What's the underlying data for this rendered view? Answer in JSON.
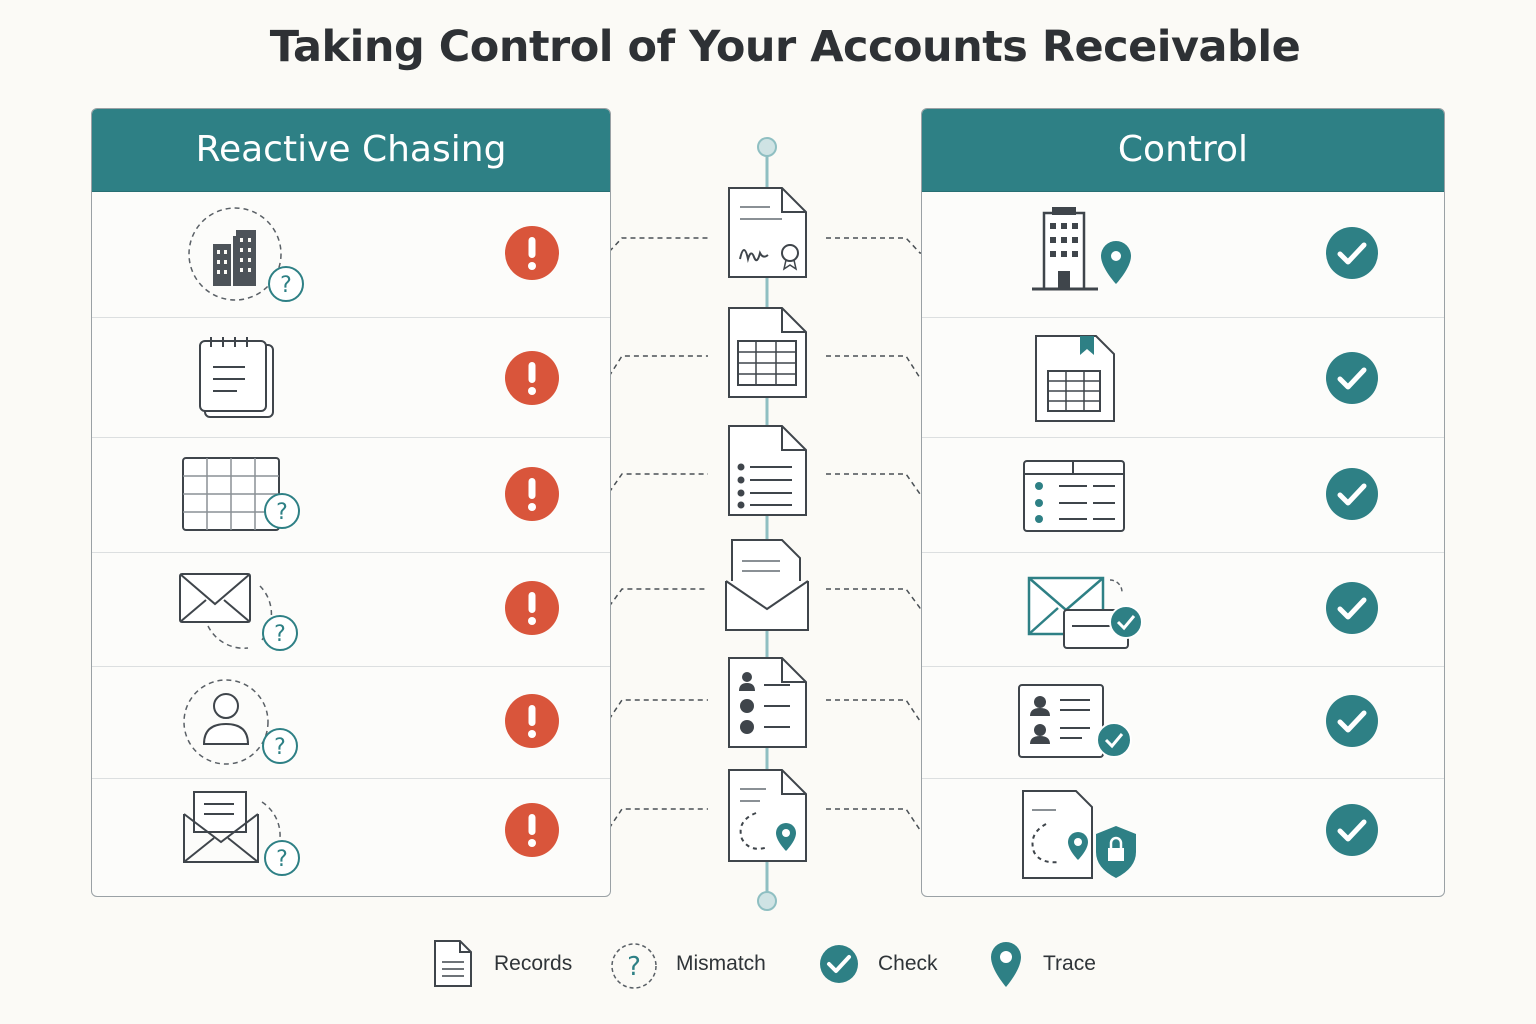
{
  "title": "Taking Control of Your Accounts Receivable",
  "left_panel": {
    "heading": "Reactive Chasing",
    "rows": [
      {
        "icon": "building-icon",
        "marker": "question-icon",
        "status": "alert-icon"
      },
      {
        "icon": "notepad-icon",
        "marker": "",
        "status": "alert-icon"
      },
      {
        "icon": "spreadsheet-icon",
        "marker": "question-icon",
        "status": "alert-icon"
      },
      {
        "icon": "envelope-icon",
        "marker": "question-icon",
        "status": "alert-icon"
      },
      {
        "icon": "user-icon",
        "marker": "question-icon",
        "status": "alert-icon"
      },
      {
        "icon": "open-envelope-icon",
        "marker": "question-icon",
        "status": "alert-icon"
      }
    ]
  },
  "center_column": {
    "documents": [
      "signed-contract-icon",
      "ledger-document-icon",
      "checklist-document-icon",
      "mail-document-icon",
      "contacts-document-icon",
      "traced-document-icon"
    ]
  },
  "right_panel": {
    "heading": "Control",
    "rows": [
      {
        "icon": "building-location-icon",
        "status": "check-icon"
      },
      {
        "icon": "bookmarked-ledger-icon",
        "status": "check-icon"
      },
      {
        "icon": "structured-table-icon",
        "status": "check-icon"
      },
      {
        "icon": "verified-email-icon",
        "status": "check-icon"
      },
      {
        "icon": "verified-contacts-icon",
        "status": "check-icon"
      },
      {
        "icon": "secured-trace-icon",
        "status": "check-icon"
      }
    ]
  },
  "legend": {
    "records": "Records",
    "mismatch": "Mismatch",
    "check": "Check",
    "trace": "Trace"
  },
  "colors": {
    "teal": "#2e8085",
    "alert": "#d9553b",
    "ink": "#3a3f44",
    "bar": "#8fbfc2"
  }
}
